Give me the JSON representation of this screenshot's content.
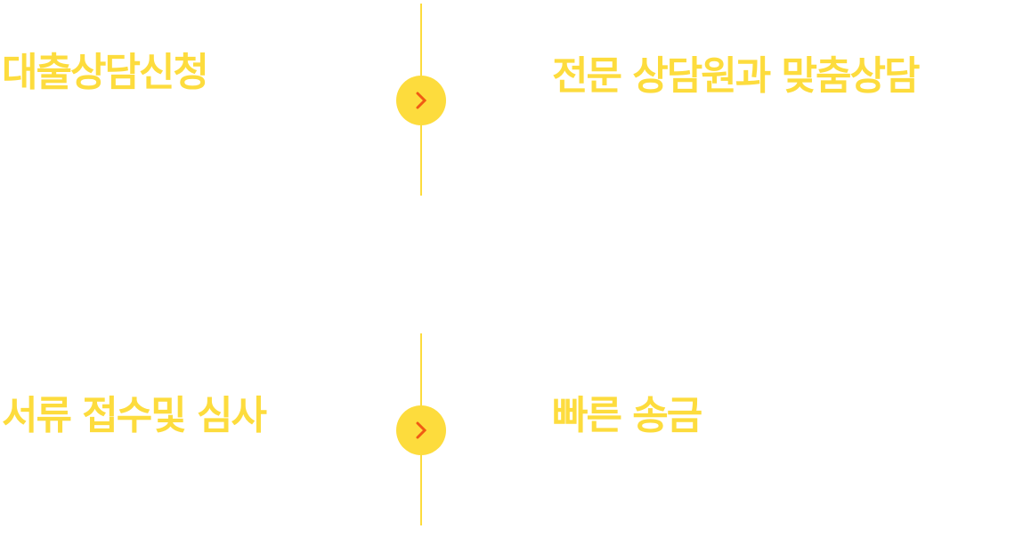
{
  "steps": [
    {
      "from": "대출상담신청",
      "to": "전문 상담원과 맞춤상담"
    },
    {
      "from": "서류 접수및 심사",
      "to": "빠른 송금"
    }
  ],
  "colors": {
    "accent": "#fddc3d",
    "arrow": "#f05a14"
  },
  "icons": {
    "arrow": "chevron-right-icon"
  }
}
